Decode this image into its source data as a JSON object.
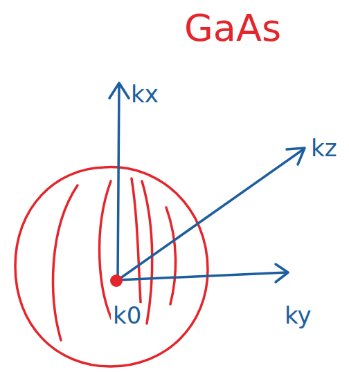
{
  "diagram": {
    "title": "GaAs",
    "labels": [
      "kx",
      "kz",
      "ky",
      "k0"
    ]
  }
}
